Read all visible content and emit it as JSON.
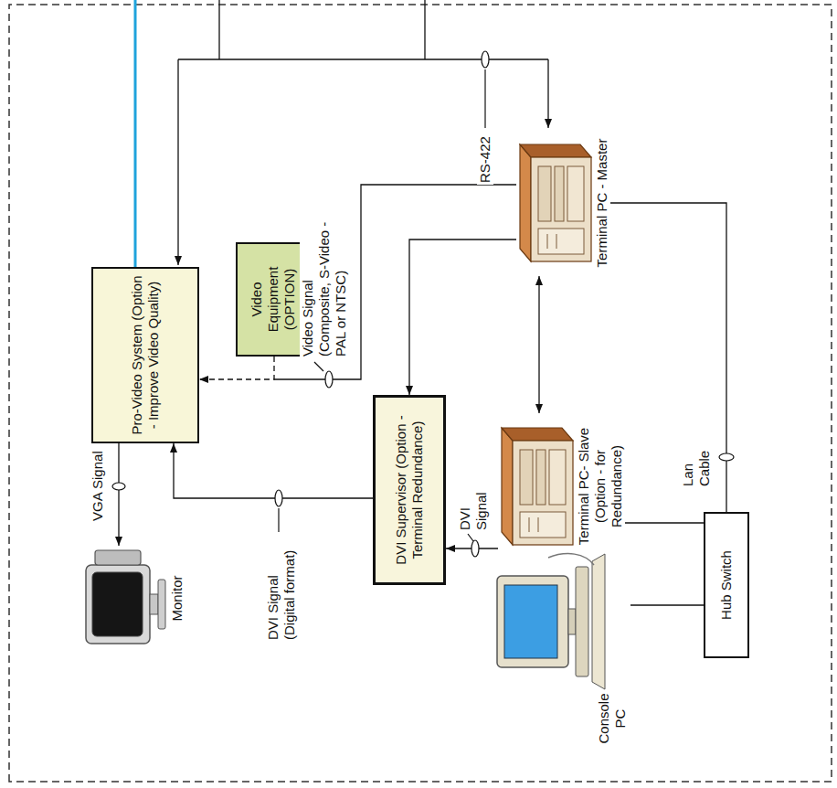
{
  "diagram": {
    "nodes": [
      {
        "text": [
          "Pro-Video System (Option - Improve Video Quality)"
        ]
      },
      {
        "text": [
          "Video Equipment (OPTION)"
        ]
      },
      {
        "text": [
          "Monitor"
        ]
      },
      {
        "text": [
          "DVI Supervisor (Option - Terminal Redundance)"
        ]
      },
      {
        "text": [
          "Terminal PC - Master"
        ]
      },
      {
        "text": [
          "Terminal PC- Slave (Option - for Redundance)"
        ]
      },
      {
        "text": [
          "Console PC"
        ]
      },
      {
        "text": [
          "Hub Switch"
        ]
      }
    ],
    "edges": [
      {
        "from": 0,
        "to": 2,
        "label": "VGA Signal",
        "arrow": "to"
      },
      {
        "from": 3,
        "to": 0,
        "label": "DVI Signal (Digital format)",
        "arrow": "to"
      },
      {
        "from": 1,
        "to": 0,
        "label": "Video Signal (Composite, S-Video - PAL or NTSC)",
        "arrow": "to"
      },
      {
        "from": 4,
        "to": 3,
        "arrow": "to"
      },
      {
        "from": 5,
        "to": 3,
        "label": "DVI Signal",
        "arrow": "to"
      },
      {
        "from": 5,
        "to": 4,
        "arrow": "both"
      },
      {
        "from": 7,
        "to": 4,
        "label": "Lan Cable",
        "arrow": "none"
      },
      {
        "from": 7,
        "to": 5,
        "arrow": "none"
      },
      {
        "from": 6,
        "to": 7,
        "arrow": "none"
      }
    ],
    "labels": [
      "RS-422"
    ]
  }
}
